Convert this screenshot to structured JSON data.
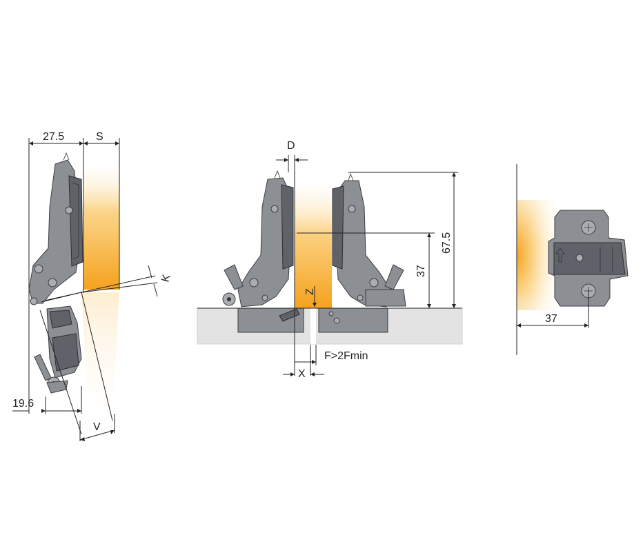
{
  "diagram": {
    "labels": {
      "left_width": "27.5",
      "left_s": "S",
      "left_k": "K",
      "left_offset": "19.6",
      "left_v": "V",
      "mid_d": "D",
      "mid_height_total": "67.5",
      "mid_height_37": "37",
      "mid_z": "Z",
      "mid_x": "X",
      "mid_f": "F>2Fmin",
      "right_37": "37"
    },
    "colors": {
      "door_glow": "#f6a623",
      "metal": "#8c8f94",
      "panel": "#e3e3e3"
    }
  }
}
